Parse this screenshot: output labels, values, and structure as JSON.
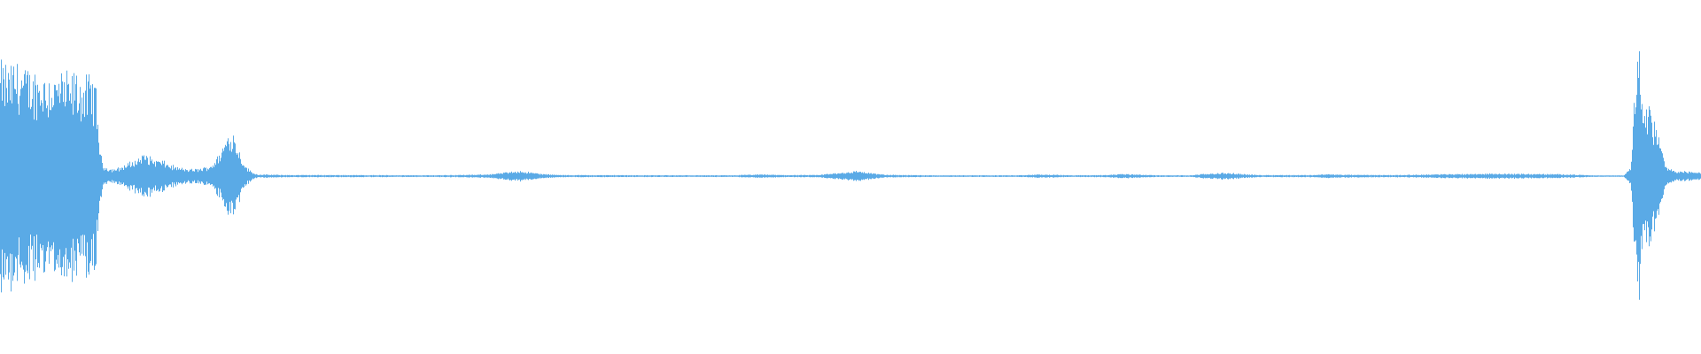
{
  "waveform": {
    "color": "#5aaae6",
    "background": "#ffffff",
    "envelope": [
      [
        0.0,
        0.78
      ],
      [
        0.5,
        0.76
      ],
      [
        1.0,
        0.8
      ],
      [
        1.5,
        0.74
      ],
      [
        2.0,
        0.72
      ],
      [
        2.5,
        0.73
      ],
      [
        3.0,
        0.7
      ],
      [
        3.5,
        0.72
      ],
      [
        4.0,
        0.69
      ],
      [
        4.5,
        0.71
      ],
      [
        5.0,
        0.66
      ],
      [
        5.3,
        0.7
      ],
      [
        5.6,
        0.64
      ],
      [
        5.8,
        0.3
      ],
      [
        6.0,
        0.08
      ],
      [
        6.5,
        0.05
      ],
      [
        7.0,
        0.06
      ],
      [
        7.5,
        0.09
      ],
      [
        8.0,
        0.12
      ],
      [
        8.5,
        0.16
      ],
      [
        9.0,
        0.12
      ],
      [
        9.5,
        0.11
      ],
      [
        10.0,
        0.08
      ],
      [
        10.5,
        0.06
      ],
      [
        11.0,
        0.05
      ],
      [
        11.5,
        0.05
      ],
      [
        12.0,
        0.06
      ],
      [
        12.5,
        0.09
      ],
      [
        13.0,
        0.18
      ],
      [
        13.3,
        0.28
      ],
      [
        13.6,
        0.33
      ],
      [
        13.9,
        0.24
      ],
      [
        14.2,
        0.13
      ],
      [
        14.5,
        0.06
      ],
      [
        14.8,
        0.03
      ],
      [
        15.1,
        0.012
      ],
      [
        17.0,
        0.008
      ],
      [
        20.0,
        0.008
      ],
      [
        25.0,
        0.006
      ],
      [
        28.0,
        0.01
      ],
      [
        29.0,
        0.016
      ],
      [
        30.0,
        0.03
      ],
      [
        30.5,
        0.04
      ],
      [
        31.0,
        0.03
      ],
      [
        32.0,
        0.014
      ],
      [
        33.0,
        0.008
      ],
      [
        40.0,
        0.006
      ],
      [
        43.0,
        0.006
      ],
      [
        44.0,
        0.01
      ],
      [
        45.0,
        0.012
      ],
      [
        46.0,
        0.008
      ],
      [
        48.0,
        0.008
      ],
      [
        49.0,
        0.02
      ],
      [
        50.0,
        0.032
      ],
      [
        50.5,
        0.038
      ],
      [
        51.0,
        0.026
      ],
      [
        52.0,
        0.01
      ],
      [
        55.0,
        0.006
      ],
      [
        60.0,
        0.006
      ],
      [
        61.0,
        0.012
      ],
      [
        62.0,
        0.01
      ],
      [
        63.0,
        0.006
      ],
      [
        65.0,
        0.008
      ],
      [
        66.0,
        0.016
      ],
      [
        67.0,
        0.012
      ],
      [
        68.0,
        0.006
      ],
      [
        70.0,
        0.006
      ],
      [
        71.0,
        0.018
      ],
      [
        72.0,
        0.024
      ],
      [
        73.0,
        0.016
      ],
      [
        74.0,
        0.008
      ],
      [
        77.0,
        0.008
      ],
      [
        78.0,
        0.014
      ],
      [
        79.0,
        0.01
      ],
      [
        82.0,
        0.008
      ],
      [
        84.0,
        0.012
      ],
      [
        86.0,
        0.016
      ],
      [
        88.0,
        0.018
      ],
      [
        90.0,
        0.016
      ],
      [
        92.0,
        0.014
      ],
      [
        93.5,
        0.006
      ],
      [
        94.5,
        0.004
      ],
      [
        95.5,
        0.004
      ],
      [
        95.9,
        0.08
      ],
      [
        96.1,
        0.6
      ],
      [
        96.3,
        0.98
      ],
      [
        96.5,
        0.7
      ],
      [
        96.8,
        0.5
      ],
      [
        97.0,
        0.55
      ],
      [
        97.2,
        0.4
      ],
      [
        97.5,
        0.3
      ],
      [
        97.8,
        0.15
      ],
      [
        98.0,
        0.06
      ],
      [
        98.5,
        0.04
      ],
      [
        99.0,
        0.035
      ],
      [
        99.5,
        0.03
      ],
      [
        100.0,
        0.03
      ]
    ]
  }
}
